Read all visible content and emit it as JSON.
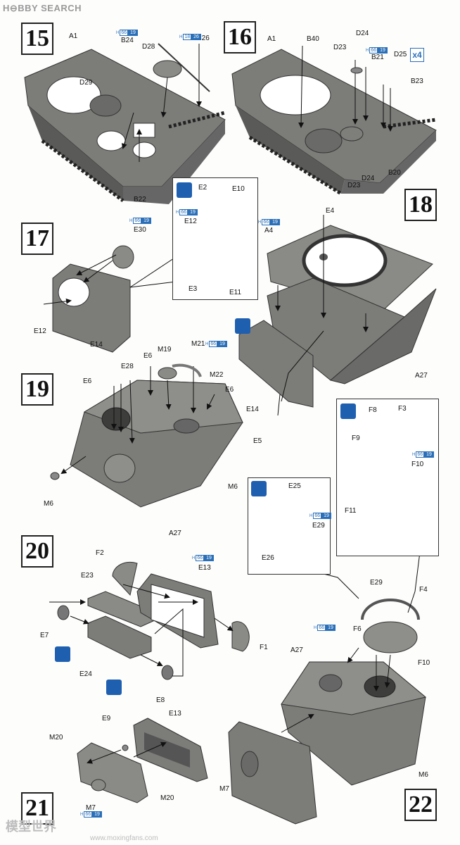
{
  "header": {
    "brand": "H⊖BBY SEARCH"
  },
  "steps": [
    "15",
    "16",
    "17",
    "18",
    "19",
    "20",
    "21",
    "22"
  ],
  "labels": {
    "s15": [
      "A1",
      "B24",
      "B26",
      "D28",
      "D29",
      "B22"
    ],
    "s16": [
      "A1",
      "B40",
      "D24",
      "D23",
      "B21",
      "D25",
      "B23",
      "D23",
      "D24",
      "B20"
    ],
    "s17": [
      "E30",
      "E12",
      "E14"
    ],
    "s17_inset": [
      "E2",
      "E10",
      "E12",
      "E3",
      "E11"
    ],
    "s18": [
      "E4",
      "A4",
      "A27",
      "E14"
    ],
    "s19": [
      "M19",
      "M21",
      "E28",
      "E6",
      "E6",
      "M22",
      "E6",
      "E5",
      "M6",
      "M6",
      "A27"
    ],
    "s20": [
      "F2",
      "E13",
      "E23",
      "E7",
      "E24",
      "E8",
      "F1"
    ],
    "s21": [
      "E9",
      "E13",
      "M20",
      "M20",
      "M7"
    ],
    "s22_inset1": [
      "E25",
      "E29",
      "E26"
    ],
    "s22_inset2": [
      "F8",
      "F3",
      "F9",
      "F10",
      "F11"
    ],
    "s22": [
      "E29",
      "F4",
      "F6",
      "A27",
      "F10",
      "M6",
      "M7"
    ]
  },
  "tags": {
    "prefix": "H",
    "a": "66",
    "b": "19",
    "alt_a": "18",
    "alt_b": "26"
  },
  "multiplier": "x4",
  "watermark": {
    "text": "模型世界",
    "url": "www.moxingfans.com"
  },
  "colors": {
    "part": "#7a7a78",
    "part_dark": "#555553",
    "part_light": "#9b9b98",
    "accent": "#2a6fb8"
  },
  "icons": [
    "glue-icon",
    "cement-icon",
    "remove-part-icon"
  ]
}
